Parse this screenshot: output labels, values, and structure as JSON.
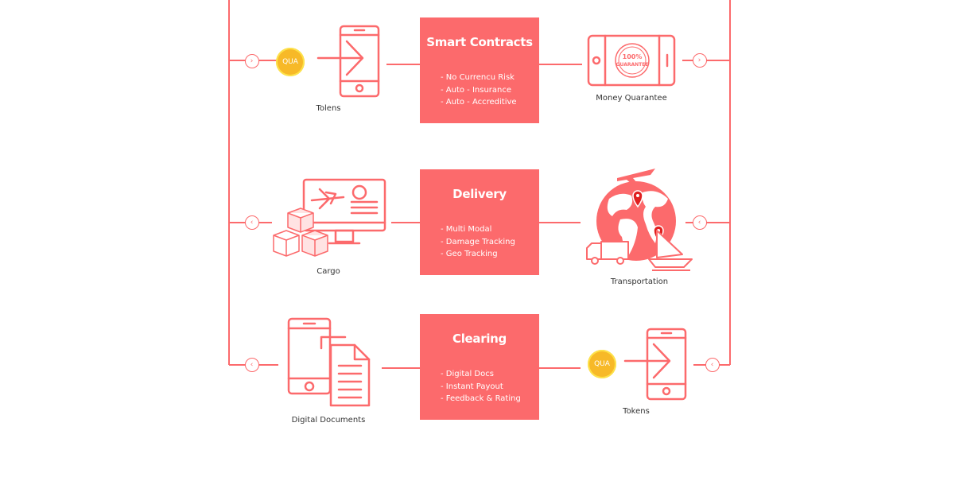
{
  "boxes": [
    {
      "title": "Smart Contracts",
      "items": [
        "- No Currencu Risk",
        "- Auto - Insurance",
        "- Auto - Accreditive"
      ]
    },
    {
      "title": "Delivery",
      "items": [
        "- Multi Modal",
        "- Damage Tracking",
        "- Geo Tracking"
      ]
    },
    {
      "title": "Clearing",
      "items": [
        "- Digital Docs",
        "- Instant Payout",
        "- Feedback & Rating"
      ]
    }
  ],
  "captions": {
    "tolens": "Tolens",
    "money_guarantee": "Money Quarantee",
    "cargo": "Cargo",
    "transportation": "Transportation",
    "digital_documents": "Digital Documents",
    "tokens": "Tokens"
  },
  "coin_label": "QUA",
  "badge": {
    "line1": "100%",
    "line2": "GUARANTEE"
  },
  "chevrons": {
    "right": "›",
    "left": "‹"
  },
  "colors": {
    "accent": "#fc6a6c",
    "coin": "#f7b928",
    "pin": "#e02020",
    "caption": "#333333"
  },
  "icons": {
    "phone_in": "phone-arrow-in-icon",
    "phone_landscape": "phone-landscape-guarantee-icon",
    "cargo": "monitor-boxes-icon",
    "globe": "globe-transport-icon",
    "documents": "phone-documents-icon"
  }
}
